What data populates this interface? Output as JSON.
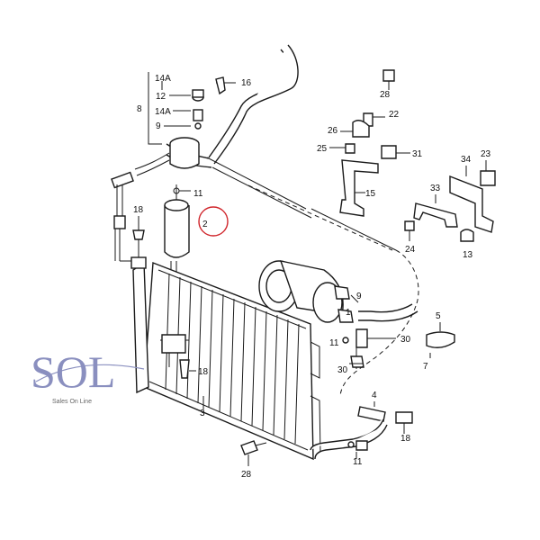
{
  "callouts": {
    "c14a_top": "14A",
    "c12": "12",
    "c14a_mid": "14A",
    "c8": "8",
    "c9_top": "9",
    "c16": "16",
    "c28_top": "28",
    "c22": "22",
    "c26": "26",
    "c25": "25",
    "c31": "31",
    "c15": "15",
    "c34": "34",
    "c23": "23",
    "c33": "33",
    "c24": "24",
    "c13": "13",
    "c11_drier": "11",
    "c2": "2",
    "c18_left": "18",
    "c1": "1",
    "c9_comp": "9",
    "c5": "5",
    "c7": "7",
    "c11_comp": "11",
    "c30_a": "30",
    "c30_b": "30",
    "c18_mid": "18",
    "c3": "3",
    "c4": "4",
    "c18_right": "18",
    "c28_bottom": "28",
    "c11_bottom": "11"
  },
  "logo": {
    "main": "SOL",
    "sub": "Sales On Line"
  },
  "colors": {
    "line": "#1a1a1a",
    "highlight_circle": "#d0252b",
    "logo": "#8a8fbf"
  }
}
